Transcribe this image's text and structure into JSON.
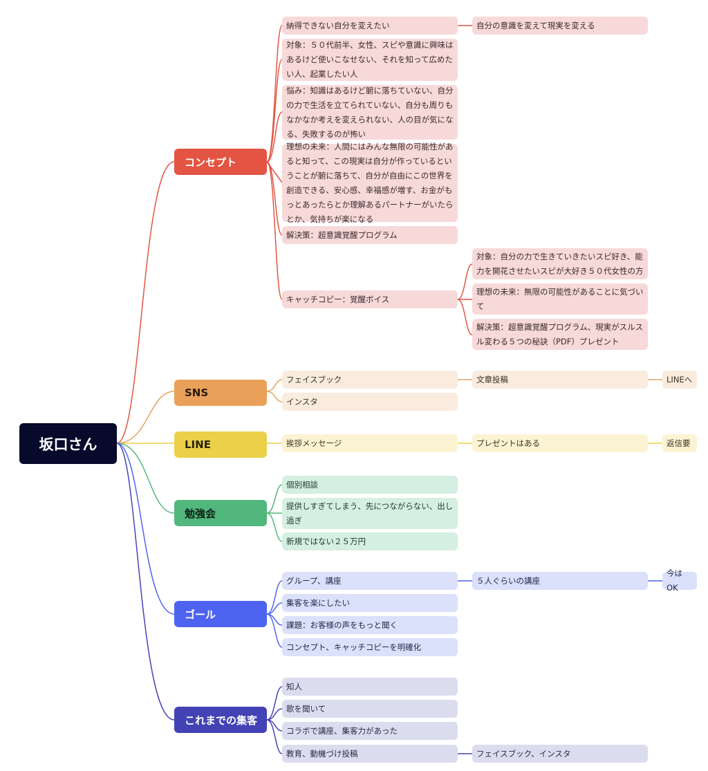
{
  "root": "坂口さん",
  "branches": [
    {
      "label": "コンセプト",
      "color": "#e35442",
      "items": [
        {
          "label": "納得できない自分を変えたい",
          "children": [
            "自分の意識を変えて現実を変える"
          ]
        },
        {
          "label": "対象：５０代前半、女性、スピや意識に興味はあるけど使いこなせない、それを知って広めたい人、起業したい人"
        },
        {
          "label": "悩み：知識はあるけど腑に落ちていない、自分の力で生活を立てられていない、自分も周りもなかなか考えを変えられない、人の目が気になる、失敗するのが怖い"
        },
        {
          "label": "理想の未来：人間にはみんな無限の可能性があると知って、この現実は自分が作っているということが腑に落ちて、自分が自由にこの世界を創造できる、安心感、幸福感が増す、お金がもっとあったらとか理解あるパートナーがいたらとか、気持ちが楽になる"
        },
        {
          "label": "解決策：超意識覚醒プログラム"
        },
        {
          "label": "キャッチコピー：覚醒ボイス",
          "children": [
            "対象：自分の力で生きていきたいスピ好き、能力を開花させたいスピが大好き５０代女性の方",
            "理想の未来：無限の可能性があることに気づいて",
            "解決策：超意識覚醒プログラム、現実がスルスル変わる５つの秘訣（PDF）プレゼント"
          ]
        }
      ]
    },
    {
      "label": "SNS",
      "color": "#e9a15a",
      "items": [
        {
          "label": "フェイスブック",
          "children": [
            "文章投稿"
          ],
          "grandchild": "LINEへ"
        },
        {
          "label": "インスタ"
        }
      ]
    },
    {
      "label": "LINE",
      "color": "#ecd04a",
      "items": [
        {
          "label": "挨拶メッセージ",
          "children": [
            "プレゼントはある"
          ],
          "grandchild": "返信要"
        }
      ]
    },
    {
      "label": "勉強会",
      "color": "#52b77c",
      "items": [
        {
          "label": "個別相談"
        },
        {
          "label": "提供しすぎてしまう、先につながらない、出し過ぎ"
        },
        {
          "label": "新規ではない２５万円"
        }
      ]
    },
    {
      "label": "ゴール",
      "color": "#4d63f0",
      "items": [
        {
          "label": "グループ、講座",
          "children": [
            "５人ぐらいの講座"
          ],
          "grandchild": "今はOK"
        },
        {
          "label": "集客を楽にしたい"
        },
        {
          "label": "課題：お客様の声をもっと聞く"
        },
        {
          "label": "コンセプト、キャッチコピーを明確化"
        }
      ]
    },
    {
      "label": "これまでの集客",
      "color": "#4343b5",
      "items": [
        {
          "label": "知人"
        },
        {
          "label": "歌を聞いて"
        },
        {
          "label": "コラボで講座、集客力があった"
        },
        {
          "label": "教育、動機づけ投稿",
          "children": [
            "フェイスブック、インスタ"
          ]
        }
      ]
    }
  ]
}
